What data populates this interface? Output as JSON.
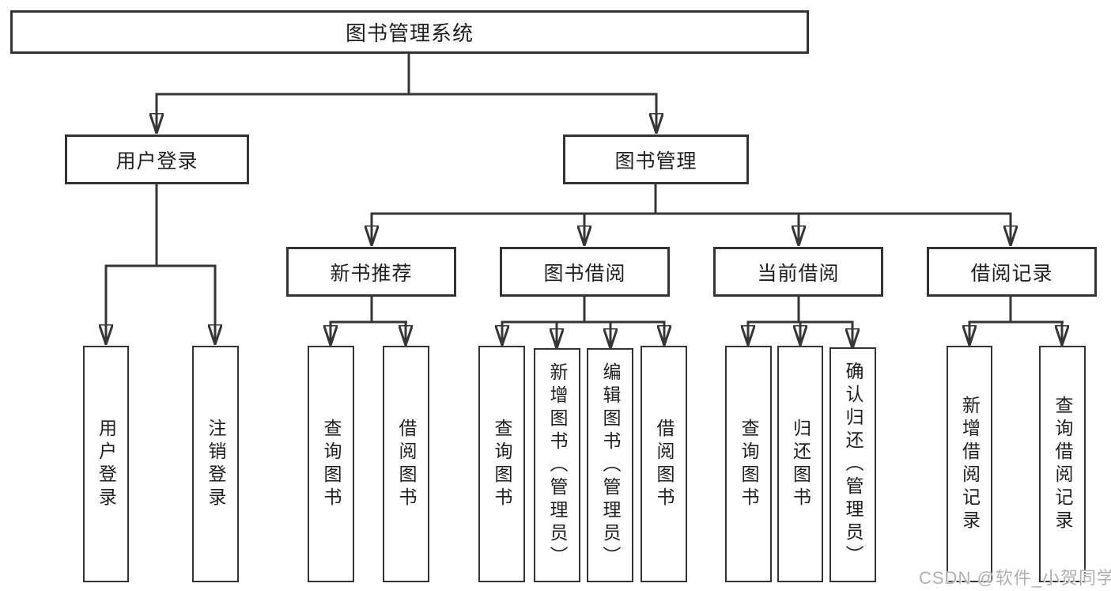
{
  "diagram": {
    "type": "tree",
    "root": {
      "label": "图书管理系统"
    },
    "level2": [
      {
        "label": "用户登录",
        "children": [
          {
            "label": "用户登录"
          },
          {
            "label": "注销登录"
          }
        ]
      },
      {
        "label": "图书管理",
        "children": [
          {
            "label": "新书推荐",
            "children": [
              {
                "label": "查询图书"
              },
              {
                "label": "借阅图书"
              }
            ]
          },
          {
            "label": "图书借阅",
            "children": [
              {
                "label": "查询图书"
              },
              {
                "label": "新增图书（管理员）"
              },
              {
                "label": "编辑图书（管理员）"
              },
              {
                "label": "借阅图书"
              }
            ]
          },
          {
            "label": "当前借阅",
            "children": [
              {
                "label": "查询图书"
              },
              {
                "label": "归还图书"
              },
              {
                "label": "确认归还（管理员）"
              }
            ]
          },
          {
            "label": "借阅记录",
            "children": [
              {
                "label": "新增借阅记录"
              },
              {
                "label": "查询借阅记录"
              }
            ]
          }
        ]
      }
    ]
  },
  "watermark": {
    "text": "CSDN @软件_小贺同学"
  },
  "colors": {
    "line": "#363636",
    "box_border": "#333333",
    "box_background": "#ffffff",
    "text": "#1f1f1f",
    "watermark": "#b0b0b0",
    "background": "#ffffff"
  }
}
